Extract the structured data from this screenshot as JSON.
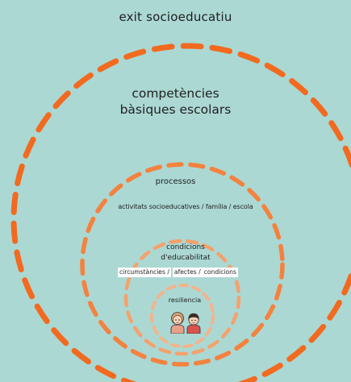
{
  "colors": {
    "background": "#abd8d3",
    "ring_outer": "#f26a1f",
    "ring_middle": "#f4823f",
    "ring_inner": "#f5a16c",
    "ring_innermost": "#f4b38a"
  },
  "labels": {
    "exit": "exit socioeducatiu",
    "competencies_line1": "competències",
    "competencies_line2": "bàsiques escolars",
    "processos": "processos",
    "activitats": "activitats socioeducatives / família / escola",
    "condicions_line1": "condicions",
    "condicions_line2": "d'educabilitat",
    "box_circumstancies": "circumstàncies /",
    "box_afectes": "afectes /",
    "box_condicions": "condicions",
    "resiliencia": "resiliencia"
  },
  "icons": {
    "center_icon": "two-children-icon"
  }
}
